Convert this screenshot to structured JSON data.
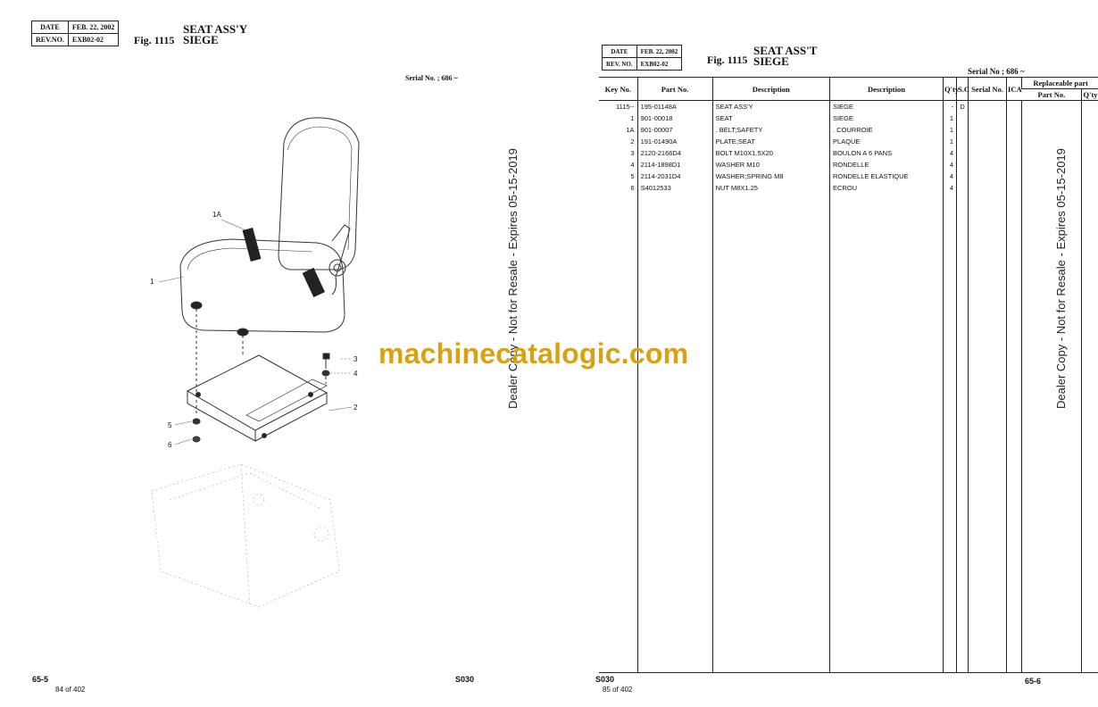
{
  "left": {
    "date_label": "DATE",
    "date_value": "FEB. 22, 2002",
    "rev_label": "REV.NO.",
    "rev_value": "EXB02-02",
    "fig_label": "Fig. 1115",
    "title_line1": "SEAT ASS'Y",
    "title_line2": "SIEGE",
    "serial": "Serial No. ; 686 ~",
    "callouts": [
      "1A",
      "1",
      "3",
      "4",
      "2",
      "5",
      "6"
    ],
    "page_code": "65-5",
    "page_count": "84 of 402",
    "section": "S030"
  },
  "right": {
    "date_label": "DATE",
    "date_value": "FEB. 22, 2002",
    "rev_label": "REV. NO.",
    "rev_value": "EXB02-02",
    "fig_label": "Fig. 1115",
    "title_line1": "SEAT ASS'T",
    "title_line2": "SIEGE",
    "serial": "Serial No ; 686 ~",
    "section": "S030",
    "page_count": "85 of 402",
    "page_code": "65-6",
    "columns": {
      "key_no": "Key No.",
      "part_no": "Part No.",
      "desc_en": "Description",
      "desc_fr": "Description",
      "qty": "Q'ty",
      "sc": "S.C",
      "serial_no": "Serial No.",
      "ica": "ICA",
      "replaceable": "Replaceable part",
      "rep_part_no": "Part No.",
      "rep_qty": "Q'ty"
    },
    "rows": [
      {
        "key": "1115--",
        "part": "195-01148A",
        "desc_en": "SEAT ASS'Y",
        "desc_fr": "SIEGE",
        "qty": "-",
        "sc": "D"
      },
      {
        "key": "1",
        "part": "901-00018",
        "desc_en": "SEAT",
        "desc_fr": "SIEGE",
        "qty": "1",
        "sc": ""
      },
      {
        "key": "1A",
        "part": "901-00007",
        "desc_en": ". BELT;SAFETY",
        "desc_fr": ". COURROIE",
        "qty": "1",
        "sc": ""
      },
      {
        "key": "2",
        "part": "191-01490A",
        "desc_en": "PLATE;SEAT",
        "desc_fr": "PLAQUE",
        "qty": "1",
        "sc": ""
      },
      {
        "key": "3",
        "part": "2120-2166D4",
        "desc_en": "BOLT M10X1.5X20",
        "desc_fr": "BOULON A 6 PANS",
        "qty": "4",
        "sc": ""
      },
      {
        "key": "4",
        "part": "2114-1898D1",
        "desc_en": "WASHER M10",
        "desc_fr": "RONDELLE",
        "qty": "4",
        "sc": ""
      },
      {
        "key": "5",
        "part": "2114-2031D4",
        "desc_en": "WASHER;SPRING M8",
        "desc_fr": "RONDELLE ELASTIQUE",
        "qty": "4",
        "sc": ""
      },
      {
        "key": "6",
        "part": "S4012533",
        "desc_en": "NUT M8X1.25",
        "desc_fr": "ECROU",
        "qty": "4",
        "sc": ""
      }
    ]
  },
  "watermark": "machinecatalogic.com",
  "dealer_notice": "Dealer Copy - Not for Resale - Expires 05-15-2019"
}
